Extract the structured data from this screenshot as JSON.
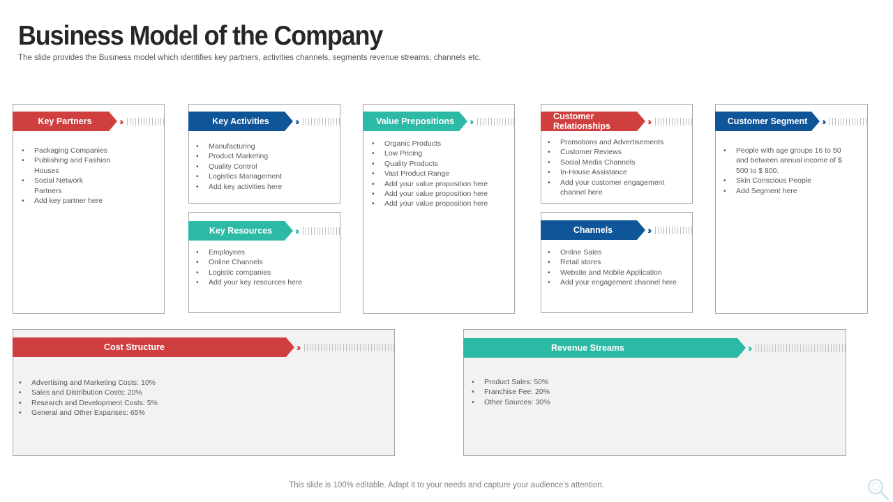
{
  "title": "Business Model of the Company",
  "subtitle": "The slide provides the Business model which identifies key partners, activities channels, segments revenue streams, channels etc.",
  "footer": "This slide is 100% editable. Adapt it to your needs and capture your audience's attention.",
  "colors": {
    "red": "#d03f3f",
    "blue": "#0f5699",
    "teal": "#2cb9a6"
  },
  "key_partners": {
    "label": "Key Partners",
    "items": [
      "Packaging Companies",
      "Publishing and Fashion Houses",
      "Social Network Partners",
      "Add key partner here"
    ]
  },
  "key_activities": {
    "label": "Key Activities",
    "items": [
      "Manufacturing",
      "Product Marketing",
      "Quality Control",
      "Logistics Management",
      "Add key activities here"
    ]
  },
  "key_resources": {
    "label": "Key Resources",
    "items": [
      "Employees",
      "Online Channels",
      "Logistic companies",
      "Add your key resources here"
    ]
  },
  "value_propositions": {
    "label": "Value Prepositions",
    "items": [
      "Organic Products",
      "Low Pricing",
      "Quality Products",
      "Vast Product Range",
      "Add your value proposition here",
      "Add your value proposition here",
      "Add your value proposition here"
    ]
  },
  "customer_relationships": {
    "label": "Customer Relationships",
    "items": [
      "Promotions and Advertisements",
      "Customer Reviews",
      "Social Media Channels",
      "In-House Assistance",
      "Add your customer engagement channel here"
    ]
  },
  "channels": {
    "label": "Channels",
    "items": [
      "Online Sales",
      "Retail stores",
      "Website and Mobile Application",
      "Add your engagement channel here"
    ]
  },
  "customer_segment": {
    "label": "Customer Segment",
    "items": [
      "People with age groups 16 to 50 and between annual income of $ 500 to $ 800.",
      "Skin Conscious People",
      "Add Segment here"
    ]
  },
  "cost_structure": {
    "label": "Cost Structure",
    "items": [
      "Advertising and Marketing Costs: 10%",
      "Sales and Distribution Costs: 20%",
      "Research and Development Costs: 5%",
      "General and Other Expanses: 65%"
    ]
  },
  "revenue_streams": {
    "label": "Revenue Streams",
    "items": [
      "Product Sales: 50%",
      "Franchise Fee: 20%",
      "Other Sources: 30%"
    ]
  }
}
